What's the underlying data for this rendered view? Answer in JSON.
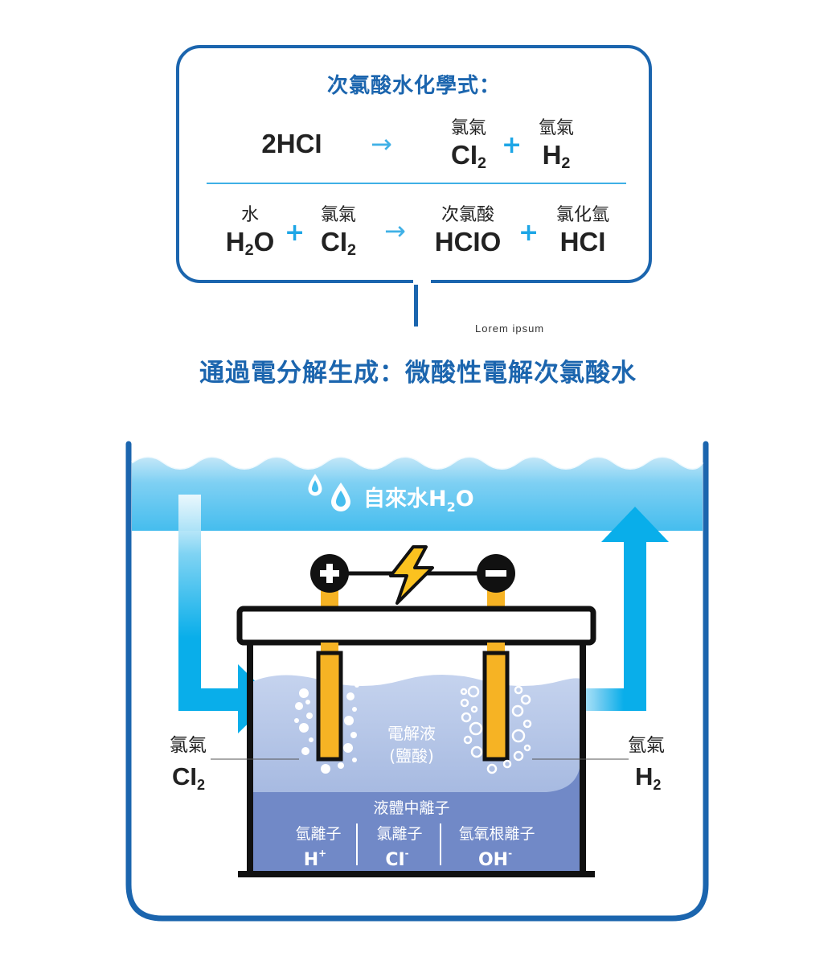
{
  "formula_box": {
    "title": "次氯酸水化學式：",
    "reaction1": {
      "reactant": "2HCI",
      "arrow": "→",
      "plus": "+",
      "p1_name": "氯氣",
      "p1_formula": "CI",
      "p1_sub": "2",
      "p2_name": "氫氣",
      "p2_formula": "H",
      "p2_sub": "2"
    },
    "reaction2": {
      "r1_name": "水",
      "r1_formula_a": "H",
      "r1_sub": "2",
      "r1_formula_b": "O",
      "plus": "+",
      "r2_name": "氯氣",
      "r2_formula": "CI",
      "r2_sub": "2",
      "arrow": "→",
      "p1_name": "次氯酸",
      "p1_formula": "HCIO",
      "p2_name": "氯化氫",
      "p2_formula": "HCI"
    }
  },
  "caption": "Lorem ipsum",
  "subtitle": "通過電分解生成：微酸性電解次氯酸水",
  "diagram": {
    "water_label": "自來水H",
    "water_sub": "2",
    "water_o": "O",
    "left_gas_name": "氯氣",
    "left_gas_formula": "CI",
    "left_gas_sub": "2",
    "right_gas_name": "氫氣",
    "right_gas_formula": "H",
    "right_gas_sub": "2",
    "electrolyte_line1": "電解液",
    "electrolyte_line2": "(鹽酸)",
    "ions_title": "液體中離子",
    "ions": [
      {
        "name": "氫離子",
        "formula": "H",
        "charge": "+"
      },
      {
        "name": "氯離子",
        "formula": "CI",
        "charge": "-"
      },
      {
        "name": "氫氧根離子",
        "formula": "OH",
        "charge": "-"
      }
    ],
    "colors": {
      "water_blue": "#45bdee",
      "arrow_blue": "#09aeea",
      "dark_blue": "#1b65ae",
      "electrolyte_light": "#aebfe2",
      "electrolyte_dark": "#7189c7",
      "electrode_orange": "#f6b324",
      "bolt_yellow": "#fbc21f"
    },
    "icons": [
      "water-drop-icon",
      "plus-terminal-icon",
      "minus-terminal-icon",
      "lightning-bolt-icon"
    ]
  }
}
